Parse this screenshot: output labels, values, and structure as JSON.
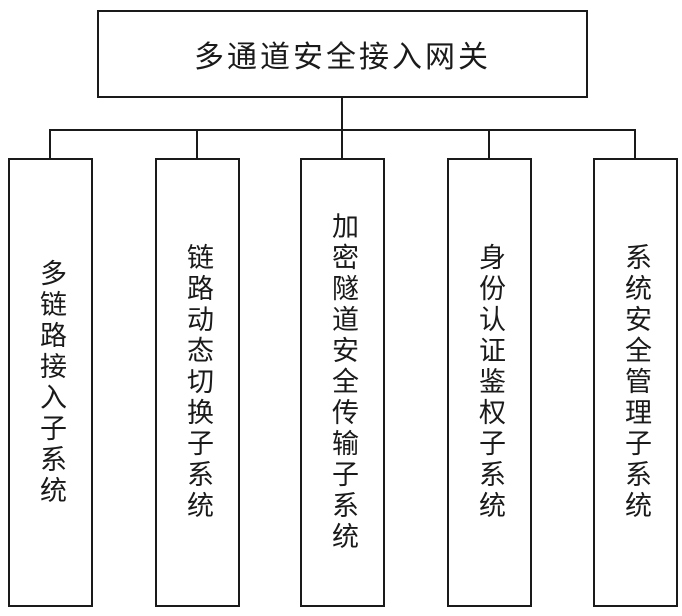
{
  "diagram": {
    "title": "多通道安全接入网关",
    "children": [
      {
        "label": "多链路接入子系统"
      },
      {
        "label": "链路动态切换子系统"
      },
      {
        "label": "加密隧道安全传输子系统"
      },
      {
        "label": "身份认证鉴权子系统"
      },
      {
        "label": "系统安全管理子系统"
      }
    ],
    "colors": {
      "line": "#1a1a1a",
      "border": "#1a1a1a",
      "text": "#1a1a1a",
      "background": "#ffffff"
    }
  }
}
